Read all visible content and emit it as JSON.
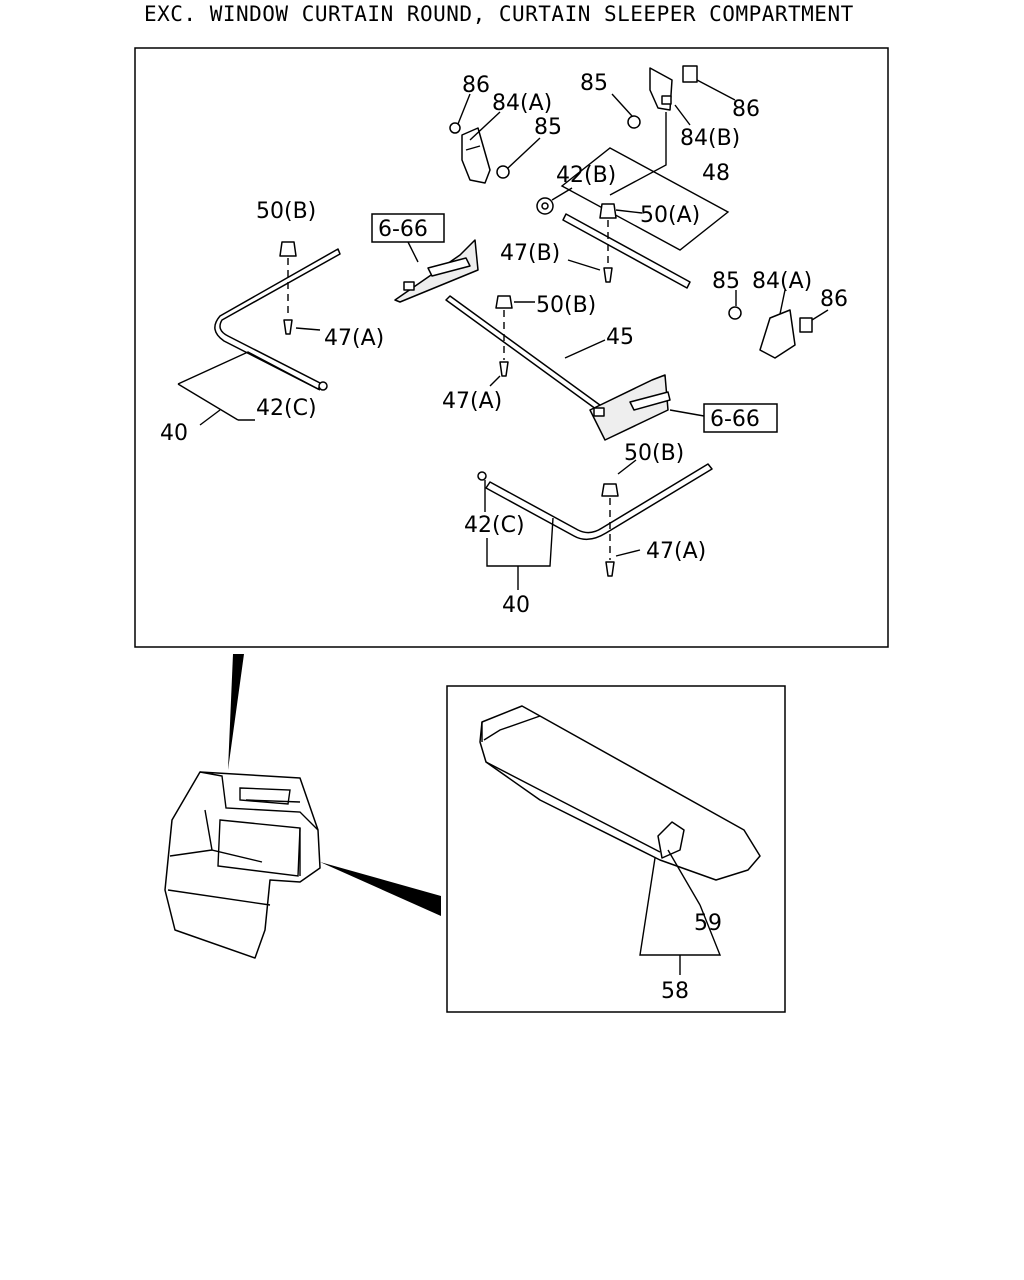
{
  "title": "EXC. WINDOW CURTAIN ROUND, CURTAIN SLEEPER COMPARTMENT",
  "callouts": {
    "c86_tl": "86",
    "c84a_t": "84(A)",
    "c85_t": "85",
    "c85_tr": "85",
    "c86_tr": "86",
    "c84b": "84(B)",
    "c42b": "42(B)",
    "c48": "48",
    "c50a": "50(A)",
    "c50b_l": "50(B)",
    "c47b": "47(B)",
    "c85_r": "85",
    "c84a_r": "84(A)",
    "c86_r": "86",
    "c50b_c": "50(B)",
    "c45": "45",
    "c47a_l": "47(A)",
    "c47a_c": "47(A)",
    "c42c_l": "42(C)",
    "c40_l": "40",
    "c50b_b": "50(B)",
    "c42c_b": "42(C)",
    "c47a_b": "47(A)",
    "c40_b": "40",
    "c59": "59",
    "c58": "58"
  },
  "refs": {
    "ref_top": "6-66",
    "ref_right": "6-66"
  }
}
